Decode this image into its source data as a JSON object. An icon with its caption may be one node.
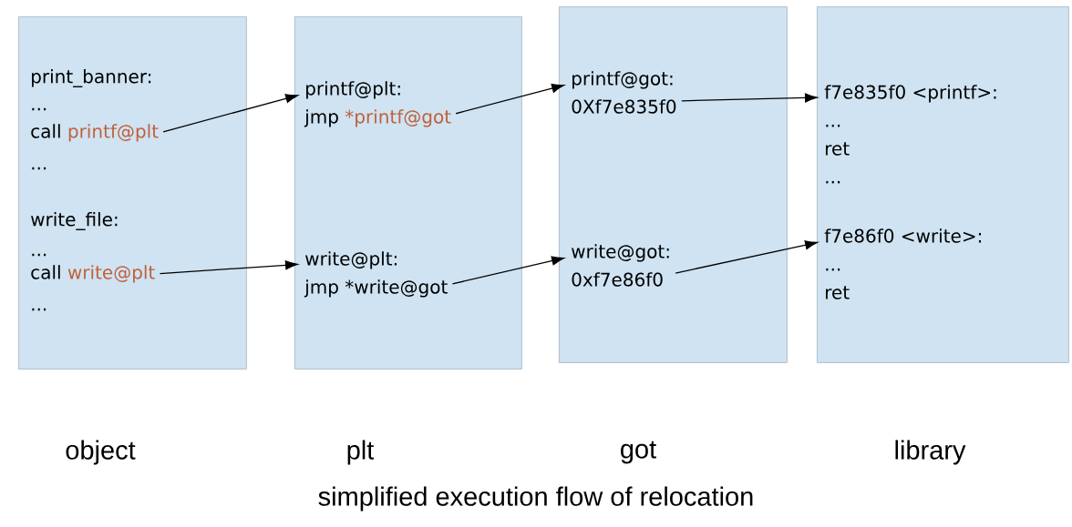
{
  "diagram": {
    "caption": "simplified execution flow of relocation",
    "nodes": [
      {
        "text": [],
        "shape": "box",
        "beside": [
          "object"
        ]
      },
      {
        "text": [],
        "shape": "box",
        "beside": [
          "plt"
        ]
      },
      {
        "text": [],
        "shape": "box",
        "beside": [
          "got"
        ]
      },
      {
        "text": [],
        "shape": "box",
        "beside": [
          "library"
        ]
      },
      {
        "text": [
          "call",
          "printf@plt"
        ],
        "in": 0
      },
      {
        "text": [
          "call",
          "write@plt"
        ],
        "in": 0
      },
      {
        "text": [
          "printf@plt:",
          "jmp",
          "*printf@got"
        ],
        "in": 1
      },
      {
        "text": [
          "write@plt:",
          "jmp *write@got"
        ],
        "in": 1
      },
      {
        "text": [
          "printf@got:",
          "0Xf7e835f0"
        ],
        "in": 2
      },
      {
        "text": [
          "write@got:",
          "0xf7e86f0"
        ],
        "in": 2
      },
      {
        "text": [
          "f7e835f0 <printf>:",
          "...",
          "ret",
          "..."
        ],
        "in": 3
      },
      {
        "text": [
          "f7e86f0 <write>:",
          "...",
          "ret"
        ],
        "in": 3
      }
    ],
    "edges": [
      {
        "from": 4,
        "to": 6,
        "arrow": "to"
      },
      {
        "from": 6,
        "to": 8,
        "arrow": "to"
      },
      {
        "from": 8,
        "to": 10,
        "arrow": "to"
      },
      {
        "from": 5,
        "to": 7,
        "arrow": "to"
      },
      {
        "from": 7,
        "to": 9,
        "arrow": "to"
      },
      {
        "from": 9,
        "to": 11,
        "arrow": "to"
      }
    ],
    "labels": [
      "print_banner:",
      "...",
      "...",
      "write_file:",
      "...",
      "..."
    ]
  }
}
